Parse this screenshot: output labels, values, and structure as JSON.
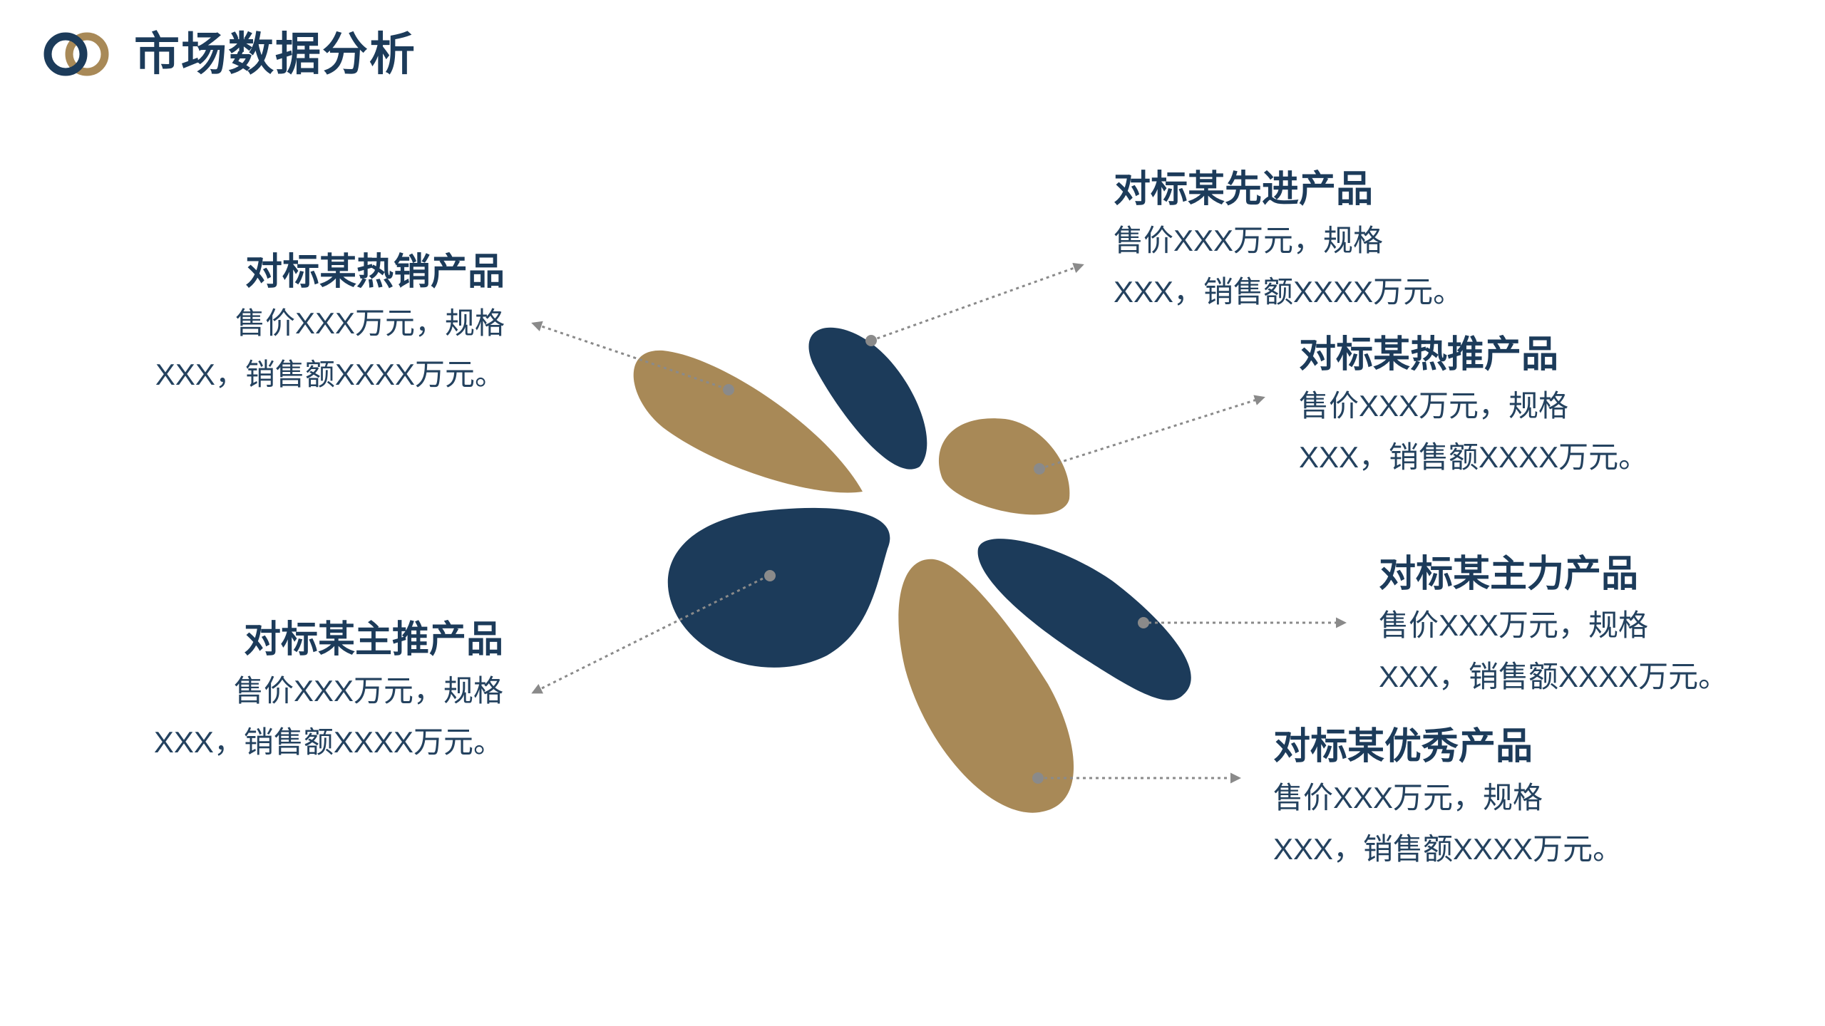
{
  "header": {
    "title": "市场数据分析"
  },
  "colors": {
    "navy": "#1c3b5a",
    "gold": "#a88957",
    "connector": "#8a8a8a",
    "text": "#1c3b5a"
  },
  "products": [
    {
      "title": "对标某热销产品",
      "line1": "售价XXX万元，规格",
      "line2": "XXX，销售额XXXX万元。"
    },
    {
      "title": "对标某先进产品",
      "line1": "售价XXX万元，规格",
      "line2": "XXX，销售额XXXX万元。"
    },
    {
      "title": "对标某热推产品",
      "line1": "售价XXX万元，规格",
      "line2": "XXX，销售额XXXX万元。"
    },
    {
      "title": "对标某主推产品",
      "line1": "售价XXX万元，规格",
      "line2": "XXX，销售额XXXX万元。"
    },
    {
      "title": "对标某主力产品",
      "line1": "售价XXX万元，规格",
      "line2": "XXX，销售额XXXX万元。"
    },
    {
      "title": "对标某优秀产品",
      "line1": "售价XXX万元，规格",
      "line2": "XXX，销售额XXXX万元。"
    }
  ]
}
